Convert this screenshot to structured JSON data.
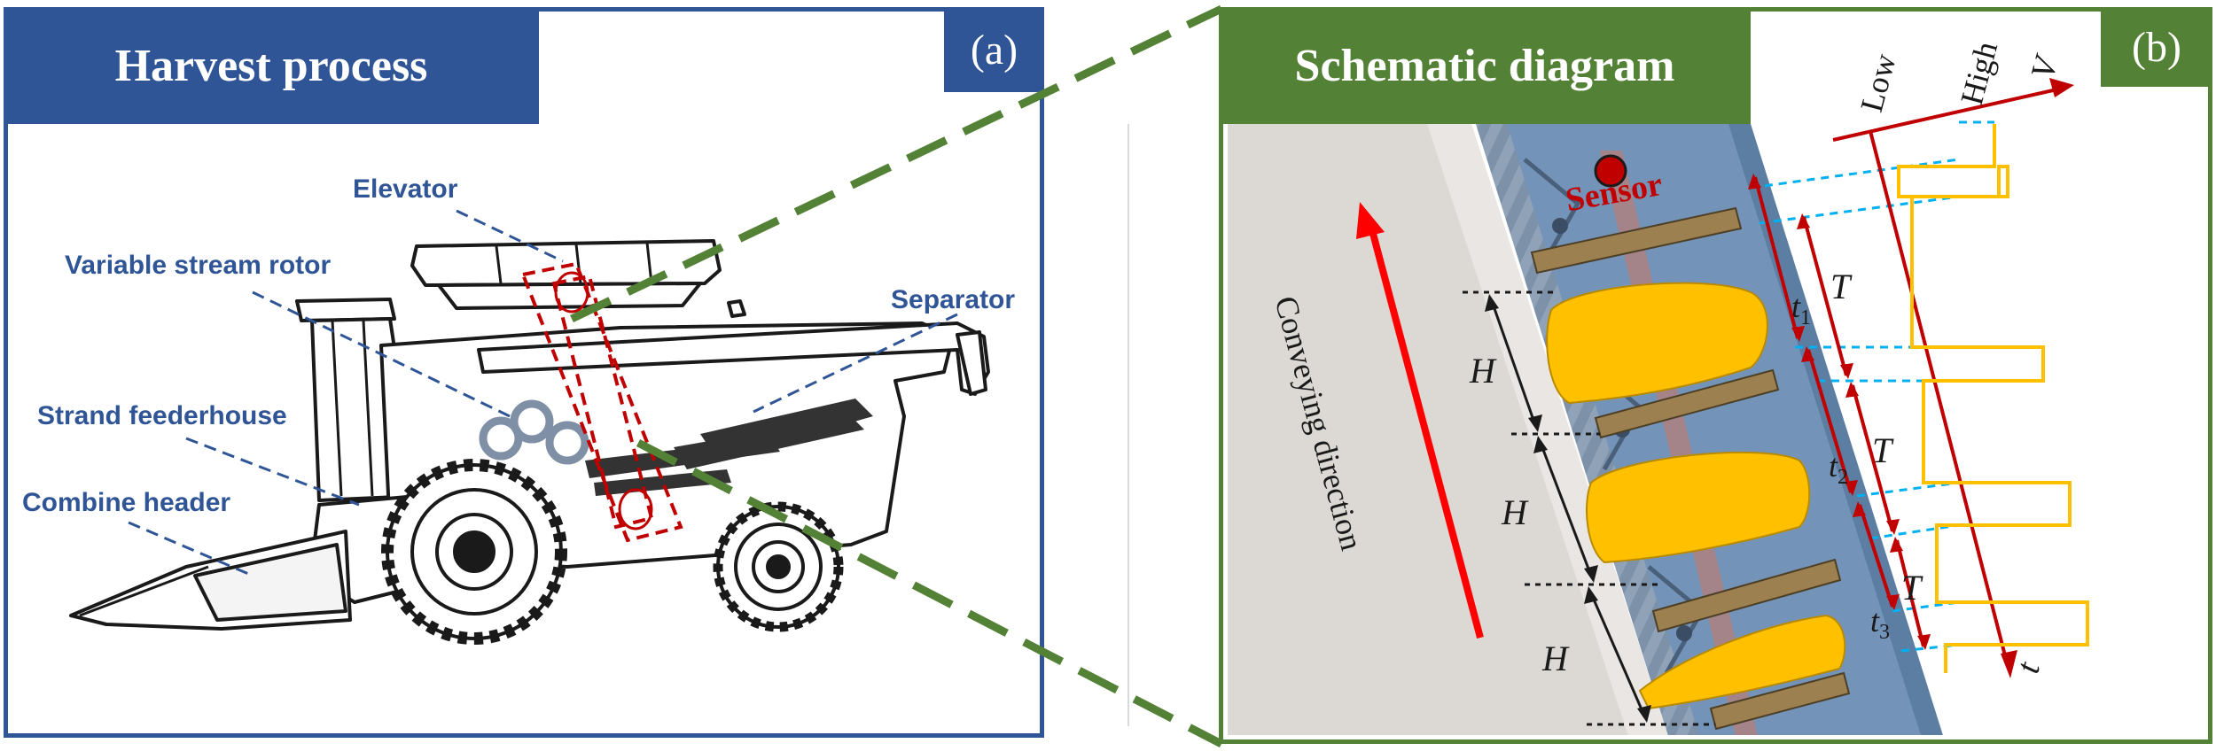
{
  "panel_a": {
    "title": "Harvest process",
    "tag": "(a)",
    "labels": {
      "elevator": "Elevator",
      "variable_stream_rotor": "Variable stream rotor",
      "separator": "Separator",
      "strand_feederhouse": "Strand feederhouse",
      "combine_header": "Combine header"
    }
  },
  "panel_b": {
    "title": "Schematic diagram",
    "tag": "(b)",
    "sensor": "Sensor",
    "conveying": "Conveying direction",
    "h_labels": [
      "H",
      "H",
      "H"
    ],
    "t_labels": [
      "t",
      "t",
      "t"
    ],
    "t_subs": [
      "1",
      "2",
      "3"
    ],
    "period_labels": [
      "T",
      "T",
      "T"
    ],
    "axis": {
      "low": "Low",
      "high": "High",
      "v": "V",
      "t": "t"
    }
  },
  "colors": {
    "panel_a_blue": "#2f5597",
    "panel_b_green": "#538135",
    "crop_yellow": "#ffc000",
    "signal_orange": "#ffc000",
    "arrow_red": "#c00000",
    "dash_cyan": "#00b0f0"
  }
}
